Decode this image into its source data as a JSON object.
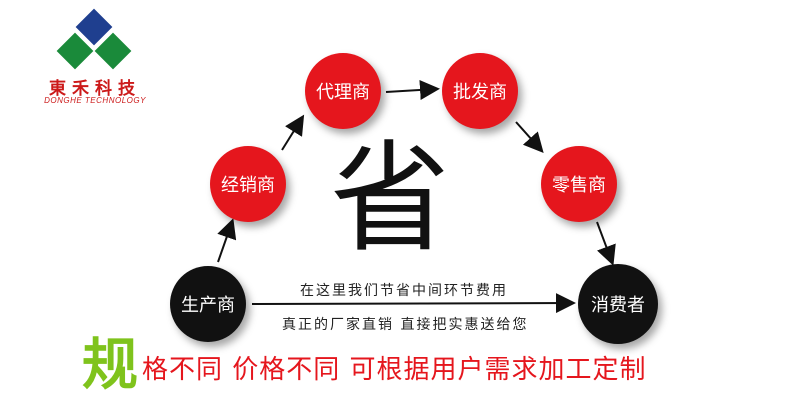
{
  "logo": {
    "icon": "three-diamond-logo-icon",
    "cn_name": "東禾科技",
    "en_name": "DONGHE TECHNOLOGY"
  },
  "nodes": {
    "producer": "生产商",
    "distributor": "经销商",
    "agent": "代理商",
    "wholesaler": "批发商",
    "retailer": "零售商",
    "consumer": "消费者"
  },
  "center_char": "省",
  "direct_line": {
    "top_text": "在这里我们节省中间环节费用",
    "bottom_text": "真正的厂家直销 直接把实惠送给您"
  },
  "footer": {
    "big_char": "规",
    "text": "格不同 价格不同 可根据用户需求加工定制"
  },
  "colors": {
    "red": "#e5161d",
    "black": "#111111",
    "green": "#7fc31c",
    "logo_blue": "#1f3f8f",
    "logo_green": "#1a8a3a"
  }
}
